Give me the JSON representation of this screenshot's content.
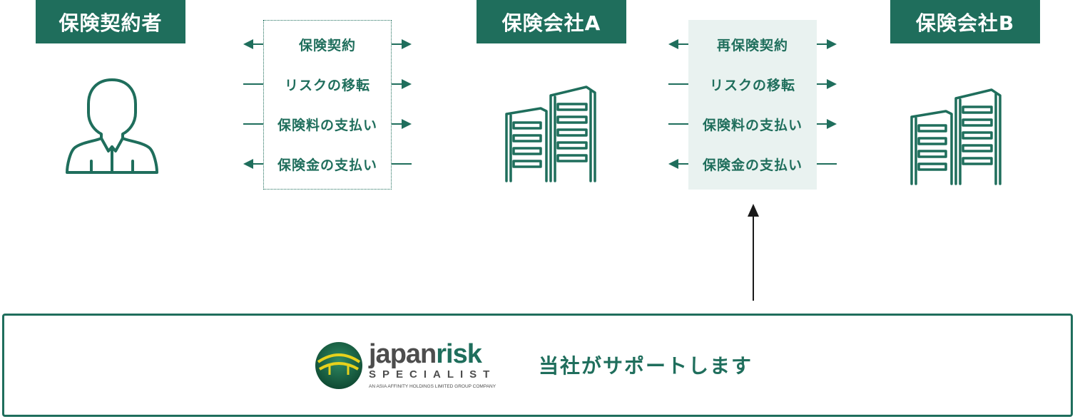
{
  "headers": {
    "policyholder": "保険契約者",
    "company_a": "保険会社A",
    "company_b": "保険会社B"
  },
  "left_flows": [
    {
      "label": "保険契約",
      "direction": "both"
    },
    {
      "label": "リスクの移転",
      "direction": "right"
    },
    {
      "label": "保険料の支払い",
      "direction": "right"
    },
    {
      "label": "保険金の支払い",
      "direction": "left"
    }
  ],
  "right_flows": [
    {
      "label": "再保険契約",
      "direction": "both"
    },
    {
      "label": "リスクの移転",
      "direction": "right"
    },
    {
      "label": "保険料の支払い",
      "direction": "right"
    },
    {
      "label": "保険金の支払い",
      "direction": "left"
    }
  ],
  "logo": {
    "word_part1": "japan",
    "word_part2": "risk",
    "subtitle": "SPECIALIST",
    "tagline": "AN ASIA AFFINITY HOLDINGS LIMITED GROUP COMPANY"
  },
  "support_text": "当社がサポートします",
  "colors": {
    "primary": "#1f6e5c",
    "panel_bg": "#e9f2f0",
    "logo_yellow": "#e7d11c",
    "logo_gray": "#4d4d4d"
  },
  "icons": {
    "policyholder": "person-icon",
    "company_a": "building-icon",
    "company_b": "building-icon"
  }
}
